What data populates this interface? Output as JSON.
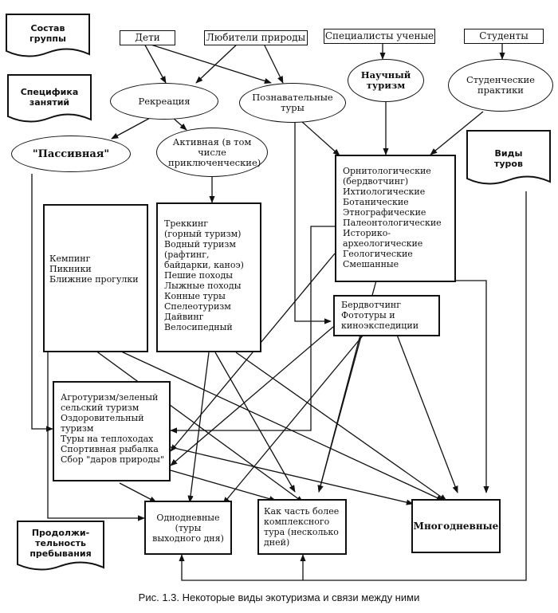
{
  "flags": {
    "group": "Состав группы",
    "activity": "Специфика занятий",
    "tour_types": "Виды туров",
    "duration": "Продолжи-тельность пребывания"
  },
  "headers": {
    "children": "Дети",
    "nature_lovers": "Любители природы",
    "scientists": "Специалисты ученые",
    "students": "Студенты"
  },
  "ovals": {
    "scientific": "Научный туризм",
    "student_practice": "Студенческие практики",
    "recreation": "Рекреация",
    "educational": "Познавательные туры",
    "passive": "\"Пассивная\"",
    "active": "Активная (в том числе приключенческие)"
  },
  "lists": {
    "passive_items": [
      "Кемпинг",
      "Пикники",
      "Ближние прогулки"
    ],
    "active_items": [
      "Треккинг",
      "(горный туризм)",
      "Водный туризм",
      "(рафтинг,",
      "байдарки, каноэ)",
      "Пешие походы",
      "Лыжные походы",
      "Конные туры",
      "Спелеотуризм",
      "Дайвинг",
      "Велосипедный"
    ],
    "scientific_items": [
      "Орнитологические",
      "(бердвотчинг)",
      "Ихтиологические",
      "Ботанические",
      "Этнографические",
      "Палеонтологические",
      "Историко-",
      "археологические",
      "Геологические",
      "Смешанные"
    ],
    "birdwatching_items": [
      "Бердвотчинг",
      "Фототуры и",
      "киноэкспедиции"
    ],
    "agro_items": [
      "Агротуризм/зеленый",
      "сельский туризм",
      "Оздоровительный",
      "туризм",
      "Туры на теплоходах",
      "Спортивная рыбалка",
      "Сбор \"даров природы\""
    ]
  },
  "durations": {
    "one_day": "Однодневные (туры выходного дня)",
    "complex": "Как часть более комплексного тура (несколько дней)",
    "multi_day": "Многодневные"
  },
  "caption": "Рис. 1.3. Некоторые виды экотуризма и связи между ними"
}
